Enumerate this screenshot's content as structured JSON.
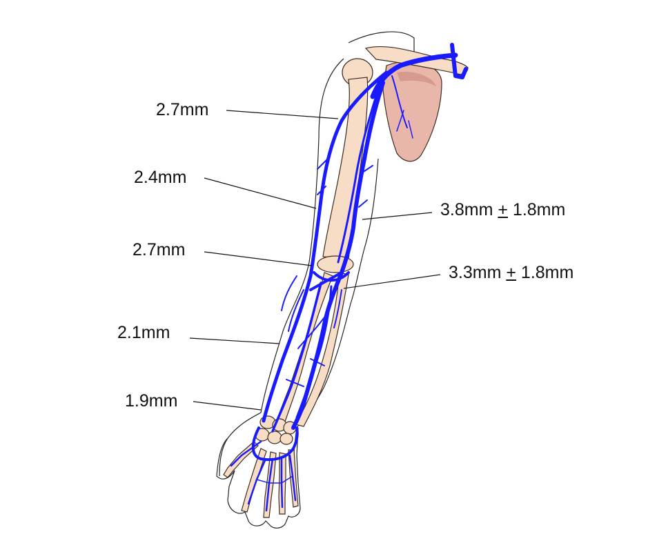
{
  "diagram": {
    "colors": {
      "vein": "#1a1aff",
      "bone_fill": "#f7ddc6",
      "bone_stroke": "#3a2a22",
      "scapula_fill": "#e9b7aa",
      "outline": "#222222",
      "leader": "#111111"
    },
    "labels": {
      "l1": "2.7mm",
      "l2": "2.4mm",
      "l3": "2.7mm",
      "l4": "2.1mm",
      "l5": "1.9mm",
      "r1_value": "3.8mm",
      "r1_pm": "+",
      "r1_sd": "1.8mm",
      "r2_value": "3.3mm",
      "r2_pm": "+",
      "r2_sd": "1.8mm"
    }
  }
}
